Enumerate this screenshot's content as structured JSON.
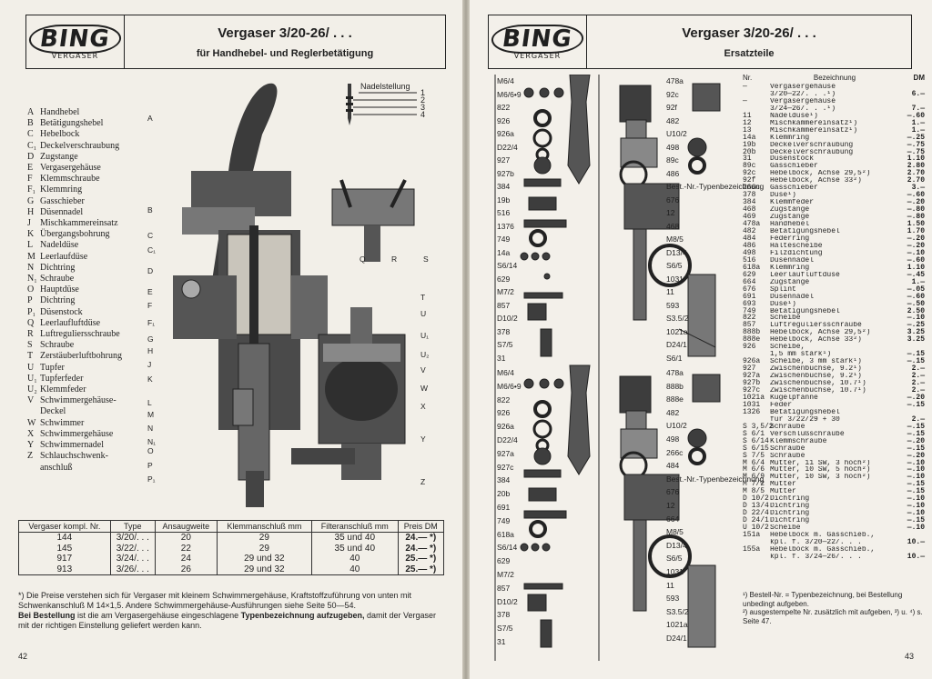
{
  "left_page": {
    "logo": {
      "brand": "BING",
      "sub": "VERGASER"
    },
    "title": "Vergaser 3/20-26/ . . .",
    "subtitle": "für Handhebel- und Reglerbetätigung",
    "needle_label": "Nadelstellung",
    "needle_positions": [
      "1",
      "2",
      "3",
      "4"
    ],
    "legend": [
      {
        "code": "A",
        "label": "Handhebel"
      },
      {
        "code": "B",
        "label": "Betätigungshebel"
      },
      {
        "code": "C",
        "label": "Hebelbock"
      },
      {
        "code": "C₁",
        "label": "Deckelverschraubung"
      },
      {
        "code": "D",
        "label": "Zugstange"
      },
      {
        "code": "E",
        "label": "Vergasergehäuse"
      },
      {
        "code": "F",
        "label": "Klemmschraube"
      },
      {
        "code": "F₁",
        "label": "Klemmring"
      },
      {
        "code": "G",
        "label": "Gasschieber"
      },
      {
        "code": "H",
        "label": "Düsennadel"
      },
      {
        "code": "J",
        "label": "Mischkammereinsatz"
      },
      {
        "code": "K",
        "label": "Übergangsbohrung"
      },
      {
        "code": "L",
        "label": "Nadeldüse"
      },
      {
        "code": "M",
        "label": "Leerlaufdüse"
      },
      {
        "code": "N",
        "label": "Dichtring"
      },
      {
        "code": "N₁",
        "label": "Schraube"
      },
      {
        "code": "O",
        "label": "Hauptdüse"
      },
      {
        "code": "P",
        "label": "Dichtring"
      },
      {
        "code": "P₁",
        "label": "Düsenstock"
      },
      {
        "code": "Q",
        "label": "Leerlaufluftdüse"
      },
      {
        "code": "R",
        "label": "Luftreguliersschraube"
      },
      {
        "code": "S",
        "label": "Schraube"
      },
      {
        "code": "T",
        "label": "Zerstäuberluftbohrung"
      },
      {
        "code": "U",
        "label": "Tupfer"
      },
      {
        "code": "U₁",
        "label": "Tupferfeder"
      },
      {
        "code": "U₂",
        "label": "Klemmfeder"
      },
      {
        "code": "V",
        "label": "Schwimmergehäuse-"
      },
      {
        "code": "",
        "label": "Deckel"
      },
      {
        "code": "W",
        "label": "Schwimmer"
      },
      {
        "code": "X",
        "label": "Schwimmergehäuse"
      },
      {
        "code": "Y",
        "label": "Schwimmernadel"
      },
      {
        "code": "Z",
        "label": "Schlauchschwenk-"
      },
      {
        "code": "",
        "label": "anschluß"
      }
    ],
    "drawing_left_labels": [
      "A",
      "B",
      "C",
      "C₁",
      "D",
      "E",
      "F",
      "F₁",
      "G",
      "H",
      "J",
      "K",
      "L",
      "M",
      "N",
      "N₁",
      "O",
      "P",
      "P₁"
    ],
    "drawing_right_labels": [
      "T",
      "U",
      "U₁",
      "U₂",
      "V",
      "W",
      "X",
      "Y",
      "Z"
    ],
    "drawing_top_labels": [
      "Q",
      "R",
      "S"
    ],
    "table": {
      "headers": [
        "Vergaser kompl. Nr.",
        "Type",
        "Ansaugweite",
        "Klemmanschluß mm",
        "Filteranschluß mm",
        "Preis DM"
      ],
      "rows": [
        [
          "144",
          "3/20/. . .",
          "20",
          "29",
          "35 und 40",
          "24.— *)"
        ],
        [
          "145",
          "3/22/. . .",
          "22",
          "29",
          "35 und 40",
          "24.— *)"
        ],
        [
          "917",
          "3/24/. . .",
          "24",
          "29 und 32",
          "40",
          "25.— *)"
        ],
        [
          "913",
          "3/26/. . .",
          "26",
          "29 und 32",
          "40",
          "25.— *)"
        ]
      ]
    },
    "footnote_1": "*) Die Preise verstehen sich für Vergaser mit kleinem Schwimmergehäuse, Kraftstoffzuführung von unten mit Schwenkanschluß M 14×1,5. Andere Schwimmergehäuse-Ausführungen siehe Seite 50—54.",
    "footnote_2_prefix": "Bei Bestellung",
    "footnote_2_mid": " ist die am Vergasergehäuse eingeschlagene ",
    "footnote_2_bold": "Typenbezeichnung aufzugeben,",
    "footnote_2_end": " damit der Vergaser mit der richtigen Einstellung geliefert werden kann.",
    "page_number": "42"
  },
  "right_page": {
    "logo": {
      "brand": "BING",
      "sub": "VERGASER"
    },
    "title": "Vergaser 3/20-26/ . . .",
    "subtitle": "Ersatzteile",
    "callouts_top_left": [
      "M6/4",
      "M6/6•9",
      "822",
      "926",
      "926a",
      "D22/4",
      "927",
      "927b",
      "384",
      "19b",
      "516",
      "1376",
      "749",
      "14a",
      "S6/14",
      "629",
      "M7/2",
      "857",
      "D10/2",
      "378",
      "S7/5",
      "31"
    ],
    "callouts_top_right": [
      "478a",
      "92c",
      "92f",
      "482",
      "U10/2",
      "498",
      "89c",
      "486",
      "Best.-Nr.-Typenbezeichnung",
      "676",
      "12",
      "468",
      "M8/5",
      "D13/4",
      "S6/5",
      "1031",
      "11",
      "593",
      "S3.5/2",
      "1021a",
      "D24/1",
      "S6/1"
    ],
    "callouts_bottom_left": [
      "M6/4",
      "M6/6•9",
      "822",
      "926",
      "926a",
      "D22/4",
      "927a",
      "927c",
      "384",
      "20b",
      "691",
      "749",
      "618a",
      "S6/14",
      "629",
      "M7/2",
      "857",
      "D10/2",
      "378",
      "S7/5",
      "31"
    ],
    "callouts_bottom_right": [
      "478a",
      "888b",
      "888e",
      "482",
      "U10/2",
      "498",
      "266c",
      "484",
      "Best.-Nr.-Typenbezeichnung",
      "676",
      "12",
      "664",
      "M8/5",
      "D13/4",
      "S6/5",
      "1031",
      "11",
      "593",
      "S3.5/2",
      "1021a",
      "D24/1"
    ],
    "parts_header": {
      "nr": "Nr.",
      "desc": "Bezeichnung",
      "price": "DM"
    },
    "parts": [
      [
        "—",
        "Vergasergehäuse",
        ""
      ],
      [
        "",
        "3/20—22/. . .¹)",
        "6.—"
      ],
      [
        "—",
        "Vergasergehäuse",
        ""
      ],
      [
        "",
        "3/24—26/. . .¹)",
        "7.—"
      ],
      [
        "11",
        "Nadeldüse¹)",
        "—.60"
      ],
      [
        "12",
        "Mischkammereinsatz¹)",
        "1.—"
      ],
      [
        "13",
        "Mischkammereinsatz¹)",
        "1.—"
      ],
      [
        "14a",
        "Klemmring",
        "—.25"
      ],
      [
        "19b",
        "Deckelverschraubung",
        "—.75"
      ],
      [
        "20b",
        "Deckelverschraubung",
        "—.75"
      ],
      [
        "31",
        "Düsenstock",
        "1.10"
      ],
      [
        "89c",
        "Gasschieber",
        "2.80"
      ],
      [
        "92c",
        "Hebelbock, Achse 29,5²)",
        "2.70"
      ],
      [
        "92f",
        "Hebelbock, Achse 33²)",
        "2.70"
      ],
      [
        "266c",
        "Gasschieber",
        "3.—"
      ],
      [
        "378",
        "Düse¹)",
        "—.60"
      ],
      [
        "384",
        "Klemmfeder",
        "—.20"
      ],
      [
        "468",
        "Zugstange",
        "—.80"
      ],
      [
        "469",
        "Zugstange",
        "—.80"
      ],
      [
        "478a",
        "Handhebel",
        "1.50"
      ],
      [
        "482",
        "Betätigungshebel",
        "1.70"
      ],
      [
        "484",
        "Federring",
        "—.20"
      ],
      [
        "486",
        "Haltescheibe",
        "—.20"
      ],
      [
        "498",
        "Filzdichtung",
        "—.10"
      ],
      [
        "516",
        "Düsennadel",
        "—.60"
      ],
      [
        "618a",
        "Klemmring",
        "1.10"
      ],
      [
        "629",
        "Leerlaufluftdüse",
        "—.45"
      ],
      [
        "664",
        "Zugstange",
        "1.—"
      ],
      [
        "676",
        "Splint",
        "—.05"
      ],
      [
        "691",
        "Düsennadel",
        "—.60"
      ],
      [
        "693",
        "Düse¹)",
        "—.50"
      ],
      [
        "749",
        "Betätigungshebel",
        "2.50"
      ],
      [
        "822",
        "Scheibe",
        "—.10"
      ],
      [
        "857",
        "Luftreguliersschraube",
        "—.25"
      ],
      [
        "888b",
        "Hebelbock, Achse 29,5²)",
        "3.25"
      ],
      [
        "888e",
        "Hebelbock, Achse 33²)",
        "3.25"
      ],
      [
        "926",
        "Scheibe,",
        ""
      ],
      [
        "",
        "1,5 mm stark¹)",
        "—.15"
      ],
      [
        "926a",
        "Scheibe, 3 mm stark¹)",
        "—.15"
      ],
      [
        "927",
        "Zwischenbuchse, 9.2¹)",
        "2.—"
      ],
      [
        "927a",
        "Zwischenbuchse, 9.2¹)",
        "2.—"
      ],
      [
        "927b",
        "Zwischenbuchse, 10.7¹)",
        "2.—"
      ],
      [
        "927c",
        "Zwischenbuchse, 10.7¹)",
        "2.—"
      ],
      [
        "1021a",
        "Kugelpfanne",
        "—.20"
      ],
      [
        "1031",
        "Feder",
        "—.15"
      ],
      [
        "1326",
        "Betätigungshebel",
        ""
      ],
      [
        "",
        "für 3/22/29 + 30",
        "2.—"
      ],
      [
        "S 3,5/2",
        "Schraube",
        "—.15"
      ],
      [
        "S 6/1",
        "Verschlußschraube",
        "—.15"
      ],
      [
        "S 6/14",
        "Klemmschraube",
        "—.20"
      ],
      [
        "S 6/15",
        "Schraube",
        "—.15"
      ],
      [
        "S 7/5",
        "Schraube",
        "—.20"
      ],
      [
        "M 6/4",
        "Mutter, 11 SW, 3 hoch²)",
        "—.10"
      ],
      [
        "M 6/6",
        "Mutter, 10 SW, 5 hoch²)",
        "—.10"
      ],
      [
        "M 6/9",
        "Mutter, 10 SW, 3 hoch²)",
        "—.10"
      ],
      [
        "M 7/2",
        "Mutter",
        "—.15"
      ],
      [
        "M 8/5",
        "Mutter",
        "—.15"
      ],
      [
        "D 10/2",
        "Dichtring",
        "—.10"
      ],
      [
        "D 13/4",
        "Dichtring",
        "—.10"
      ],
      [
        "D 22/4",
        "Dichtring",
        "—.10"
      ],
      [
        "D 24/1",
        "Dichtring",
        "—.15"
      ],
      [
        "U 10/2",
        "Scheibe",
        "—.10"
      ],
      [
        "151a",
        "Hebelbock m. Gasschieb.,",
        ""
      ],
      [
        "",
        "kpl. f. 3/20—22/. . .",
        "10.—"
      ],
      [
        "155a",
        "Hebelbock m. Gasschieb.,",
        ""
      ],
      [
        "",
        "kpl. f. 3/24—26/. . .",
        "10.—"
      ]
    ],
    "footnote_1": "¹) Bestell-Nr. = Typenbezeichnung, bei Bestellung unbedingt aufgeben.",
    "footnote_2": "²) ausgestempelte Nr. zusätzlich mit aufgeben, ³) u. ⁴) s. Seite 47.",
    "page_number": "43"
  }
}
